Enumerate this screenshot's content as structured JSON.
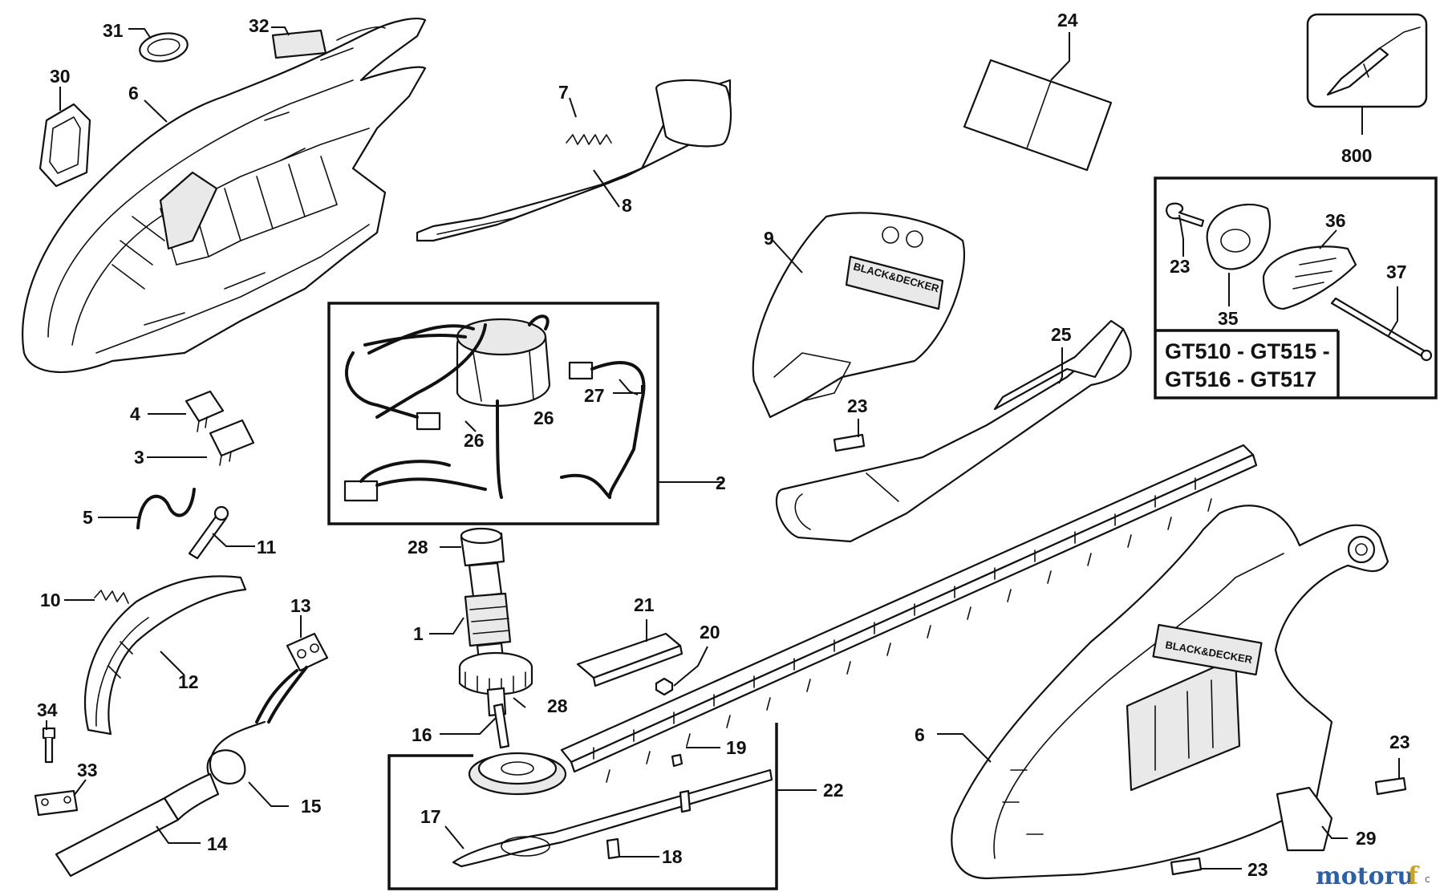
{
  "diagram": {
    "labels": {
      "p1": "1",
      "p2": "2",
      "p3": "3",
      "p4": "4",
      "p5": "5",
      "p6a": "6",
      "p6b": "6",
      "p7": "7",
      "p8": "8",
      "p9": "9",
      "p10": "10",
      "p11": "11",
      "p12": "12",
      "p13": "13",
      "p14": "14",
      "p15": "15",
      "p16": "16",
      "p17": "17",
      "p18": "18",
      "p19": "19",
      "p20": "20",
      "p21": "21",
      "p22": "22",
      "p23a": "23",
      "p23b": "23",
      "p23c": "23",
      "p23d": "23",
      "p24": "24",
      "p25": "25",
      "p26a": "26",
      "p26b": "26",
      "p27": "27",
      "p28a": "28",
      "p28b": "28",
      "p29": "29",
      "p30": "30",
      "p31": "31",
      "p32": "32",
      "p33": "33",
      "p34": "34",
      "p35": "35",
      "p36": "36",
      "p37": "37",
      "p800": "800"
    },
    "models_line1": "GT510 - GT515 -",
    "models_line2": "GT516 - GT517",
    "brand_text": "BLACK&DECKER"
  },
  "watermark": {
    "part1": "motoru",
    "part2": "f",
    "part3": "c"
  }
}
